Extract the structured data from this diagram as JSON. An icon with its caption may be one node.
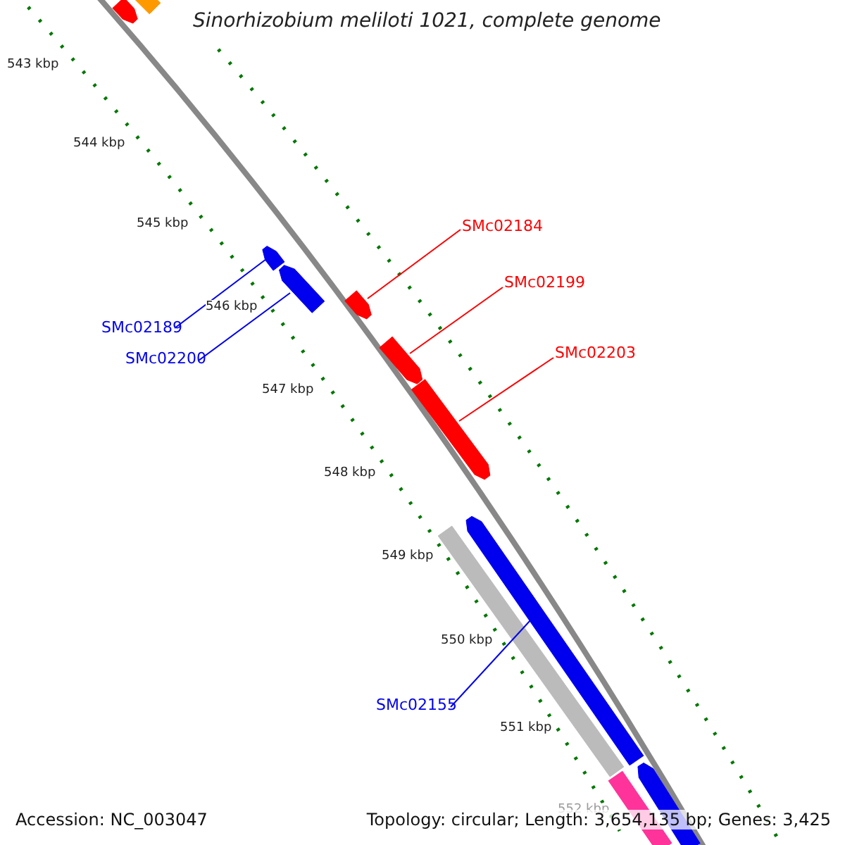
{
  "diagram": {
    "title": "Sinorhizobium meliloti 1021, complete genome",
    "nodes": [
      {
        "text": [],
        "shape": "arrow"
      },
      {
        "text": [],
        "shape": "bar"
      },
      {
        "text": [
          "SMc02184"
        ]
      },
      {
        "text": [],
        "shape": "arrow"
      },
      {
        "text": [],
        "shape": "arrow"
      },
      {
        "text": [
          "SMc02199"
        ]
      },
      {
        "text": [],
        "shape": "arrow"
      },
      {
        "text": [
          "SMc02189"
        ]
      },
      {
        "text": [
          "SMc02200"
        ]
      },
      {
        "text": [],
        "shape": "arrow"
      },
      {
        "text": [
          "SMc02203"
        ]
      },
      {
        "text": [],
        "shape": "arrow"
      },
      {
        "text": [],
        "shape": "arrow"
      },
      {
        "text": [],
        "shape": "bar"
      },
      {
        "text": [
          "SMc02155"
        ]
      },
      {
        "text": [],
        "shape": "bar"
      },
      {
        "text": [],
        "shape": "arrow"
      }
    ],
    "edges": [
      {
        "from": 2,
        "to": 6,
        "arrow": "none"
      },
      {
        "from": 5,
        "to": 9,
        "arrow": "none"
      },
      {
        "from": 10,
        "to": 11,
        "arrow": "none"
      },
      {
        "from": 7,
        "to": 3,
        "arrow": "none",
        "color": "#0000ee"
      },
      {
        "from": 8,
        "to": 4,
        "arrow": "none",
        "color": "#0000ee"
      },
      {
        "from": 14,
        "to": 12,
        "arrow": "none",
        "color": "#0000ee"
      }
    ],
    "labels": [
      "543 kbp",
      "544 kbp",
      "545 kbp",
      "546 kbp",
      "547 kbp",
      "548 kbp",
      "549 kbp",
      "550 kbp",
      "551 kbp",
      "552 kbp",
      "Accession: NC_003047",
      "Topology: circular; Length: 3,654,135 bp; Genes: 3,425"
    ]
  }
}
